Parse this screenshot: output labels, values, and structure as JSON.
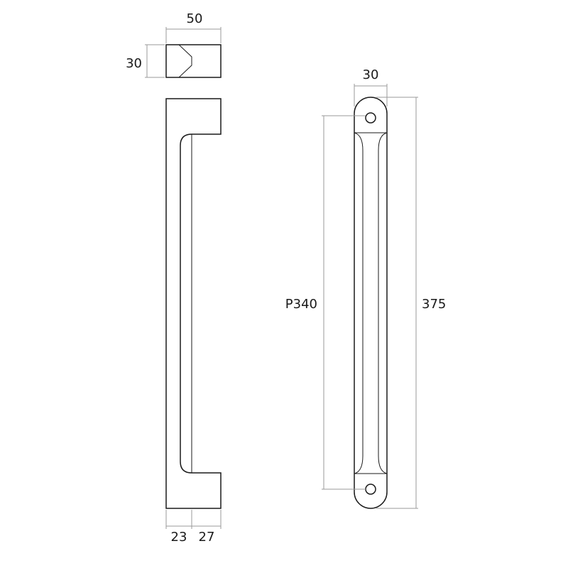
{
  "dimensions": {
    "top_view_width": "50",
    "top_view_height": "30",
    "side_base_left": "23",
    "side_base_right": "27",
    "front_width": "30",
    "hole_spacing": "P340",
    "overall_length": "375"
  },
  "colors": {
    "outline": "#1a1a1a",
    "dimension_line": "#9a9a9a",
    "background": "#ffffff"
  }
}
